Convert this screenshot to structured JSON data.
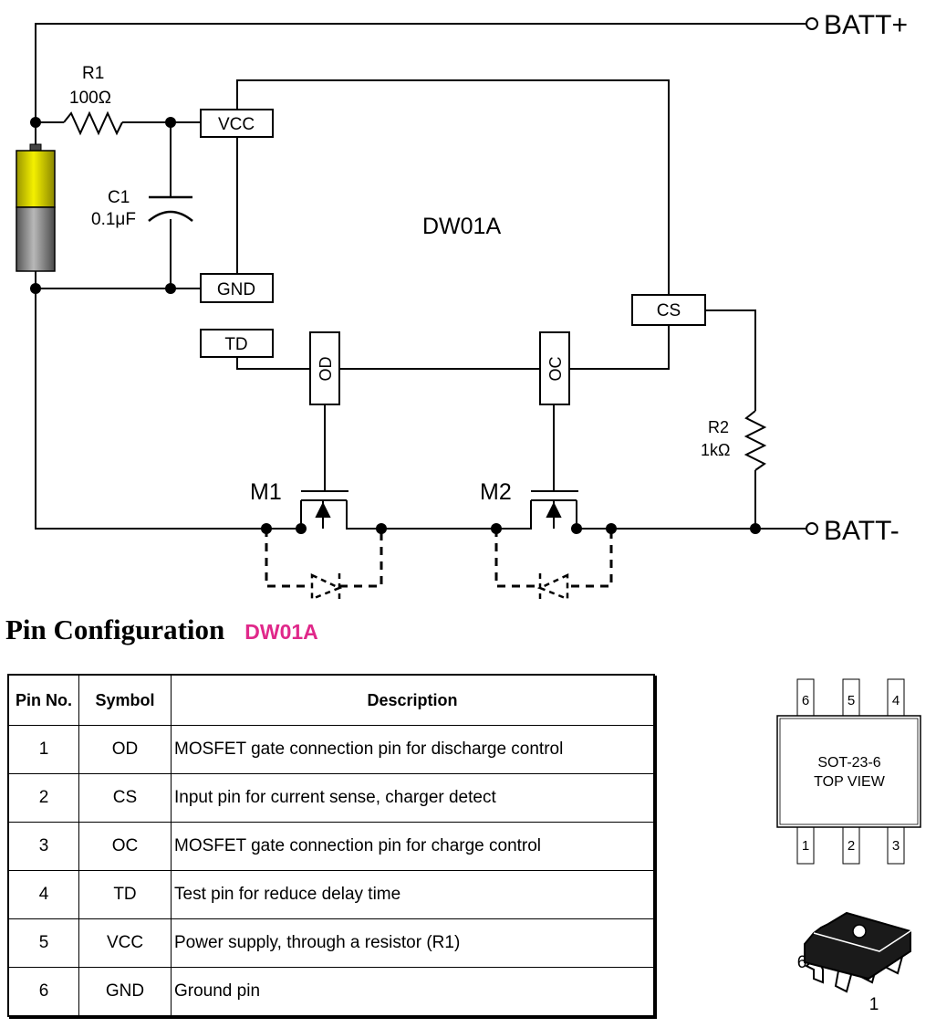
{
  "schematic": {
    "batt_plus": "BATT+",
    "batt_minus": "BATT-",
    "chip_name": "DW01A",
    "r1": {
      "name": "R1",
      "value": "100Ω"
    },
    "c1": {
      "name": "C1",
      "value": "0.1μF"
    },
    "r2": {
      "name": "R2",
      "value": "1kΩ"
    },
    "m1": "M1",
    "m2": "M2",
    "pins": {
      "vcc": "VCC",
      "gnd": "GND",
      "td": "TD",
      "cs": "CS",
      "od": "OD",
      "oc": "OC"
    }
  },
  "pin_config": {
    "heading": "Pin Configuration",
    "chip": "DW01A",
    "columns": [
      "Pin No.",
      "Symbol",
      "Description"
    ],
    "rows": [
      {
        "pin": "1",
        "symbol": "OD",
        "description": "MOSFET gate connection pin for discharge control"
      },
      {
        "pin": "2",
        "symbol": "CS",
        "description": "Input pin for current sense, charger detect"
      },
      {
        "pin": "3",
        "symbol": "OC",
        "description": "MOSFET gate connection pin for charge control"
      },
      {
        "pin": "4",
        "symbol": "TD",
        "description": "Test pin for reduce delay time"
      },
      {
        "pin": "5",
        "symbol": "VCC",
        "description": "Power supply, through a resistor (R1)"
      },
      {
        "pin": "6",
        "symbol": "GND",
        "description": "Ground pin"
      }
    ]
  },
  "package": {
    "name": "SOT-23-6",
    "view": "TOP VIEW",
    "top_pins": [
      "6",
      "5",
      "4"
    ],
    "bottom_pins": [
      "1",
      "2",
      "3"
    ],
    "photo_left_label": "6",
    "photo_bottom_label": "1"
  },
  "colors": {
    "chip_label": "#e0288a",
    "battery_top": "#e8e400",
    "battery_bottom": "#8a8a8a"
  }
}
